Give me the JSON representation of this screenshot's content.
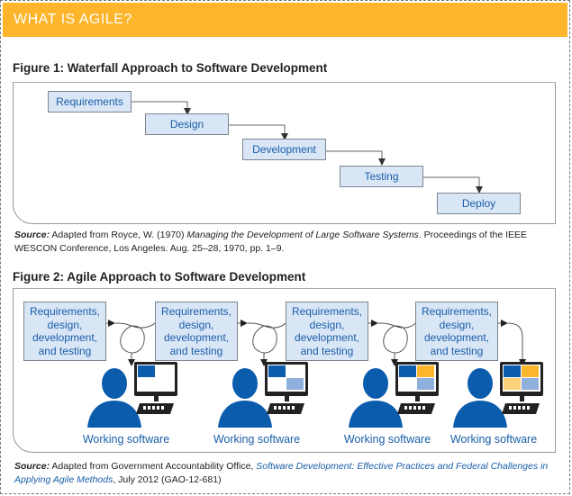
{
  "header": {
    "title": "WHAT IS AGILE?"
  },
  "figure1": {
    "title": "Figure 1: Waterfall Approach to Software Development",
    "steps": [
      "Requirements",
      "Design",
      "Development",
      "Testing",
      "Deploy"
    ],
    "source": {
      "label": "Source:",
      "prefix": " Adapted from Royce, W. (1970) ",
      "work": "Managing the Development of Large Software Systems",
      "suffix": ". Proceedings of the IEEE WESCON Conference, Los Angeles. Aug. 25–28, 1970, pp. 1–9."
    }
  },
  "figure2": {
    "title": "Figure 2: Agile Approach to Software Development",
    "iterations": [
      {
        "box": "Requirements,\ndesign,\ndevelopment,\nand testing",
        "output": "Working software",
        "screen_tiles": [
          "blue"
        ]
      },
      {
        "box": "Requirements,\ndesign,\ndevelopment,\nand testing",
        "output": "Working software",
        "screen_tiles": [
          "blue",
          "light-blue"
        ]
      },
      {
        "box": "Requirements,\ndesign,\ndevelopment,\nand testing",
        "output": "Working software",
        "screen_tiles": [
          "blue",
          "orange",
          "light-blue"
        ]
      },
      {
        "box": "Requirements,\ndesign,\ndevelopment,\nand testing",
        "output": "Working software",
        "screen_tiles": [
          "blue",
          "orange",
          "light-orange",
          "light-blue"
        ]
      }
    ],
    "source": {
      "label": "Source:",
      "prefix": " Adapted from Government Accountability Office, ",
      "work": "Software Development: Effective Practices and Federal Challenges in Applying Agile Methods",
      "suffix": ", July 2012 (GAO-12-681)"
    }
  },
  "colors": {
    "header": "#fdb52c",
    "box_fill": "#d9e6f6",
    "text_blue": "#1a5ea8",
    "person_blue": "#0b5cad",
    "tile_blue": "#0b5cad",
    "tile_light_blue": "#8fb0dd",
    "tile_orange": "#fdb52c",
    "tile_light_orange": "#fdd27a"
  }
}
